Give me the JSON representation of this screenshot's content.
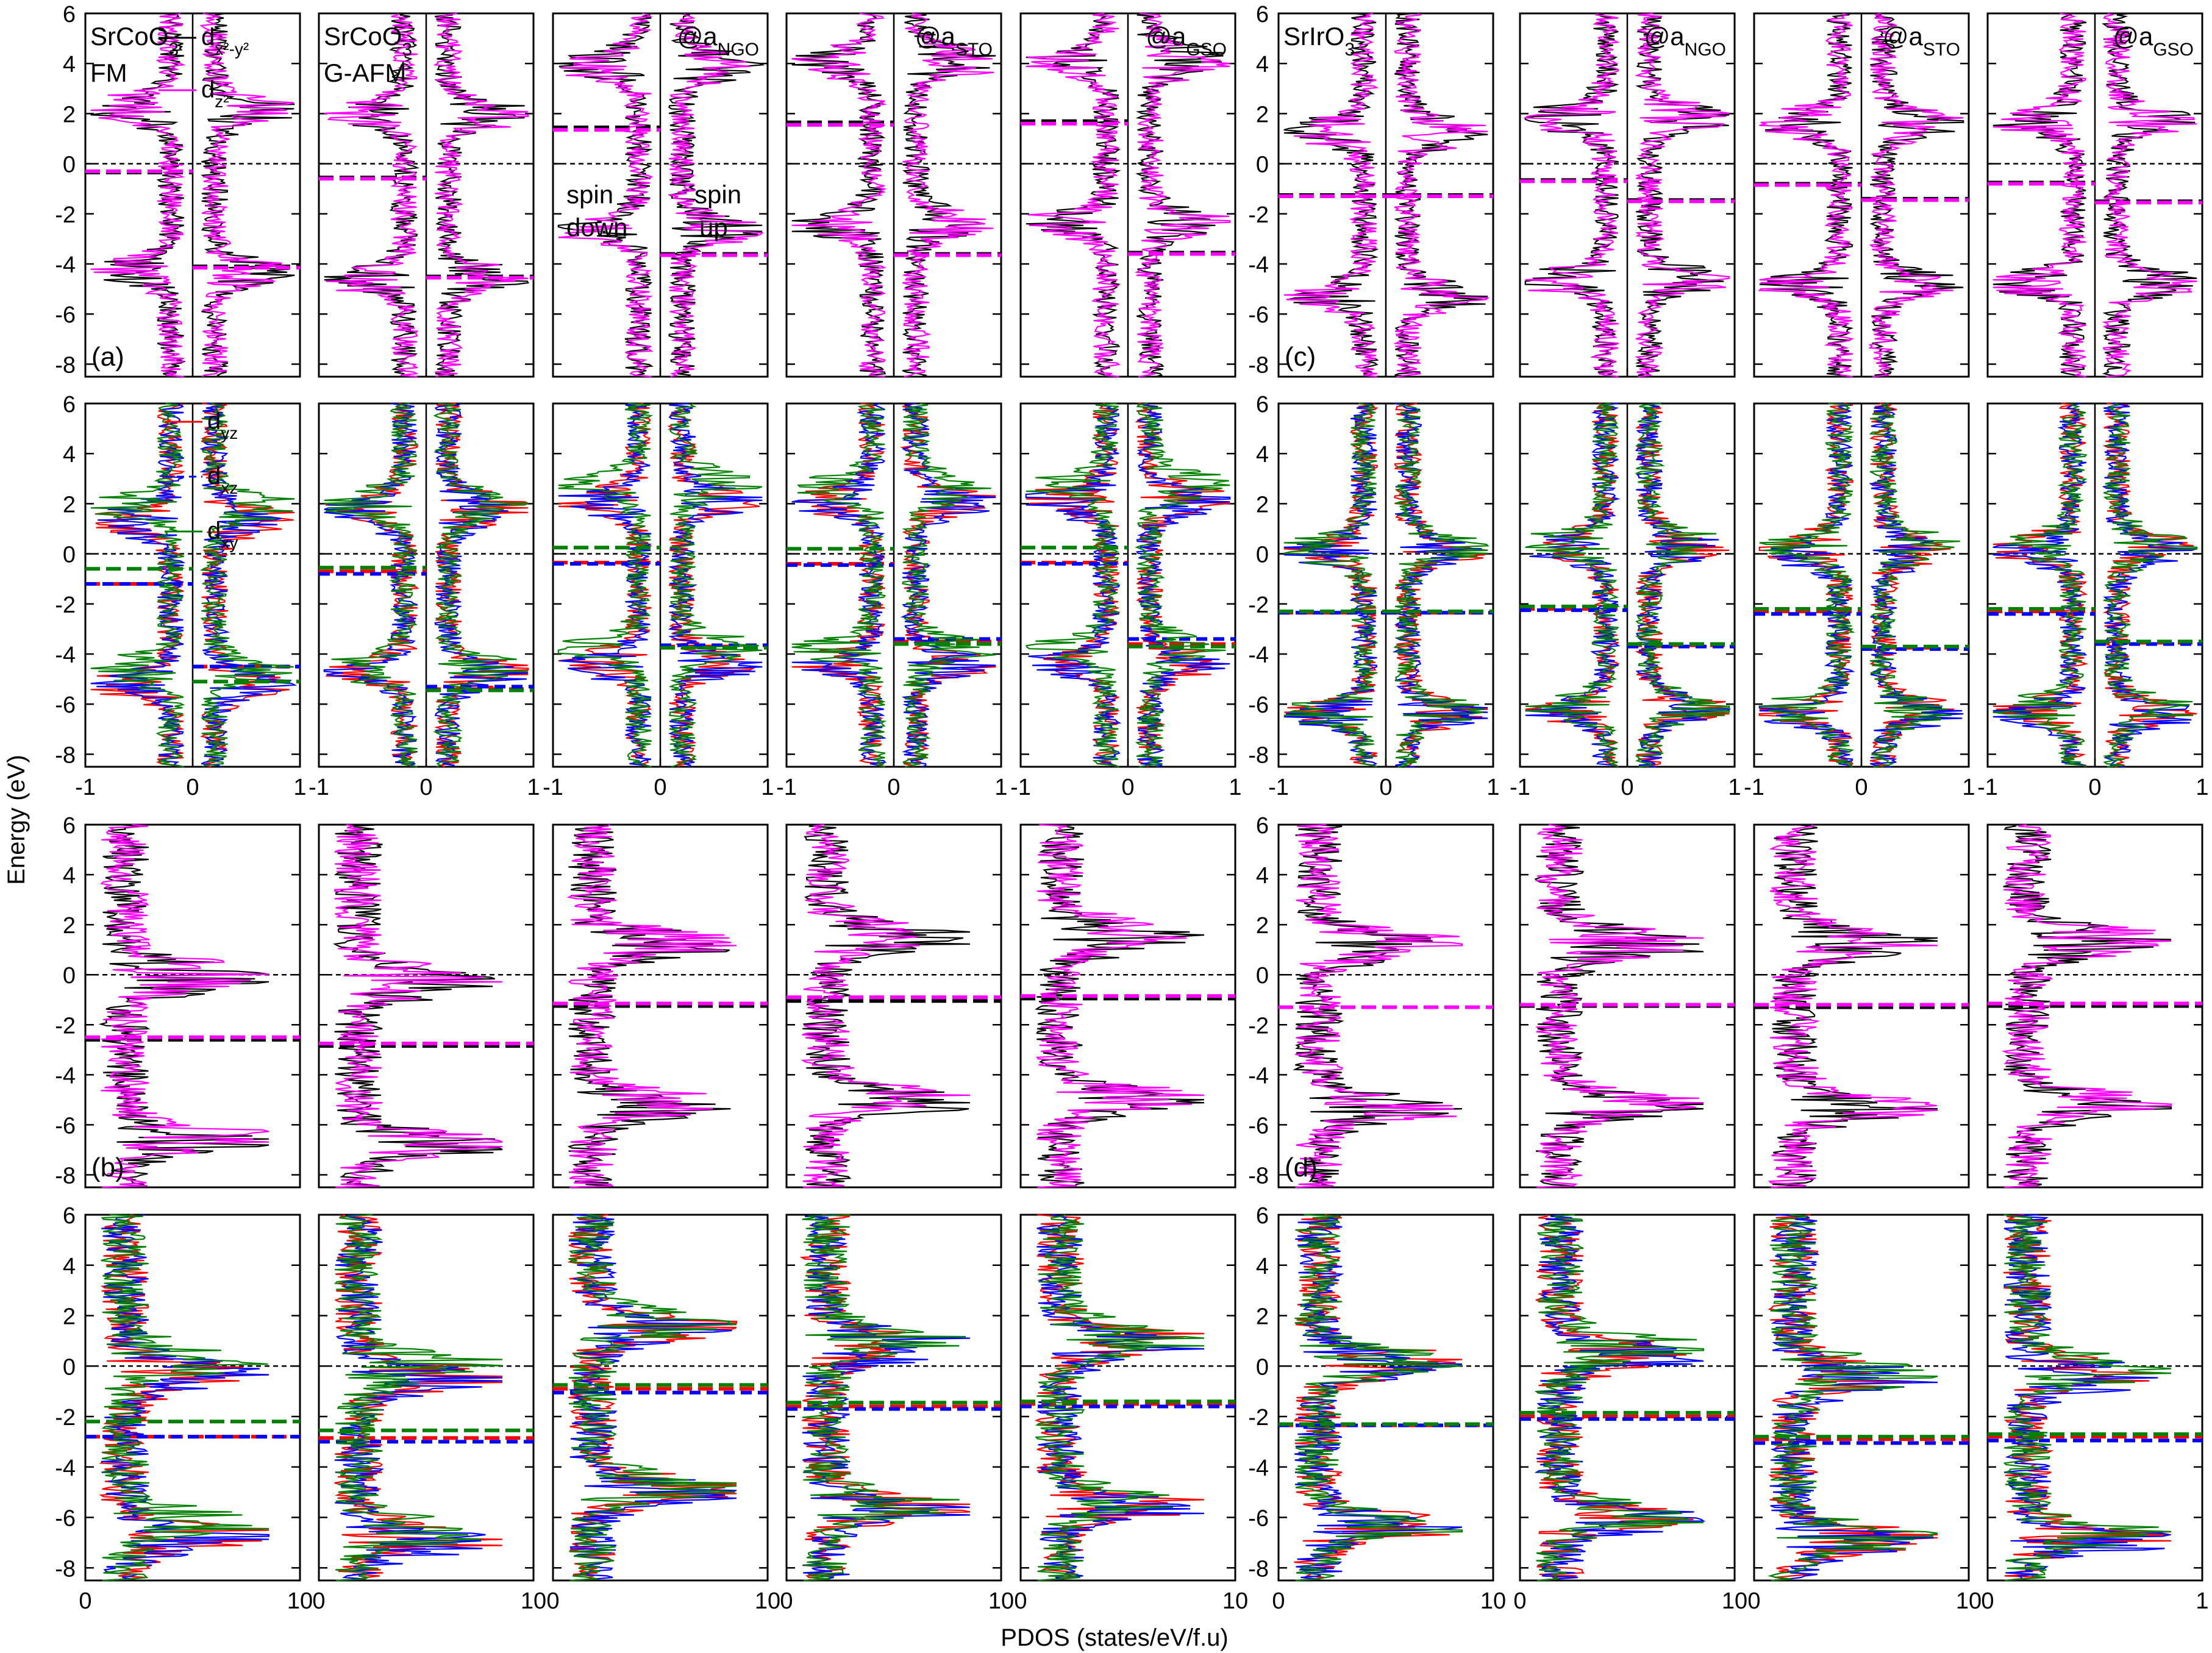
{
  "figure": {
    "ylabel": "Energy (eV)",
    "xlabel": "PDOS (states/eV/f.u)"
  },
  "colors": {
    "dx2y2": "#000000",
    "dz2": "#ff00ff",
    "dyz": "#ff0000",
    "dxz": "#0000ff",
    "dxy": "#008000",
    "fermi": "#000000",
    "frame": "#000000"
  },
  "legend_row1": {
    "items": [
      {
        "key": "dx2y2",
        "base": "d",
        "sub": "x²-y²"
      },
      {
        "key": "dz2",
        "base": "d",
        "sub": "z²"
      }
    ]
  },
  "legend_row2": {
    "items": [
      {
        "key": "dyz",
        "base": "d",
        "sub": "yz",
        "dash": false
      },
      {
        "key": "dxz",
        "base": "d",
        "sub": "xz",
        "dash": true
      },
      {
        "key": "dxy",
        "base": "d",
        "sub": "xy",
        "dash": false
      }
    ]
  },
  "annotations": {
    "spin_down": [
      "spin",
      "down"
    ],
    "spin_up": [
      "spin",
      "up"
    ]
  },
  "panel_letters": [
    "(a)",
    "(b)",
    "(c)",
    "(d)"
  ],
  "columns": [
    {
      "main": "SrCoO",
      "sub": "3",
      "extra": "FM"
    },
    {
      "main": "SrCoO",
      "sub": "3",
      "extra": "G-AFM"
    },
    {
      "main": "@a",
      "sub": "NGO",
      "extra": ""
    },
    {
      "main": "@a",
      "sub": "STO",
      "extra": ""
    },
    {
      "main": "@a",
      "sub": "GSO",
      "extra": ""
    },
    {
      "main": "SrIrO",
      "sub": "3",
      "extra": ""
    },
    {
      "main": "@a",
      "sub": "NGO",
      "extra": ""
    },
    {
      "main": "@a",
      "sub": "STO",
      "extra": ""
    },
    {
      "main": "@a",
      "sub": "GSO",
      "extra": ""
    }
  ],
  "chart_data": [
    {
      "type": "line",
      "name": "row1_spin_eg",
      "ylim": [
        -8.5,
        6
      ],
      "xlim": [
        -1,
        1
      ],
      "yticks": [
        -8,
        -6,
        -4,
        -2,
        0,
        2,
        4,
        6
      ],
      "xticks": [
        -1,
        0,
        1
      ],
      "xtick_labels": [],
      "series": [
        "dx2y2",
        "dz2"
      ],
      "fermi_level": 0,
      "centers": [
        {
          "column": 1,
          "dx2y2": [
            -0.35,
            -4.1
          ],
          "dz2": [
            -0.3,
            -4.15
          ]
        },
        {
          "column": 2,
          "dx2y2": [
            -0.55,
            -4.5
          ],
          "dz2": [
            -0.6,
            -4.55
          ]
        },
        {
          "column": 3,
          "dx2y2": [
            1.45,
            -3.6
          ],
          "dz2": [
            1.35,
            -3.65
          ]
        },
        {
          "column": 4,
          "dx2y2": [
            1.65,
            -3.6
          ],
          "dz2": [
            1.55,
            -3.65
          ]
        },
        {
          "column": 5,
          "dx2y2": [
            1.7,
            -3.55
          ],
          "dz2": [
            1.6,
            -3.6
          ]
        },
        {
          "column": 6,
          "dx2y2": [
            -1.25,
            -1.25
          ],
          "dz2": [
            -1.3,
            -1.3
          ]
        },
        {
          "column": 7,
          "dx2y2": [
            -0.65,
            -1.45
          ],
          "dz2": [
            -0.7,
            -1.5
          ]
        },
        {
          "column": 8,
          "dx2y2": [
            -0.8,
            -1.4
          ],
          "dz2": [
            -0.85,
            -1.45
          ]
        },
        {
          "column": 9,
          "dx2y2": [
            -0.75,
            -1.5
          ],
          "dz2": [
            -0.8,
            -1.55
          ]
        }
      ]
    },
    {
      "type": "line",
      "name": "row2_spin_t2g",
      "ylim": [
        -8.5,
        6
      ],
      "xlim": [
        -1,
        1
      ],
      "yticks": [
        -8,
        -6,
        -4,
        -2,
        0,
        2,
        4,
        6
      ],
      "xticks": [
        -1,
        0,
        1
      ],
      "xtick_labels": [
        "-1",
        "0",
        "1"
      ],
      "series": [
        "dyz",
        "dxz",
        "dxy"
      ],
      "fermi_level": 0,
      "centers": [
        {
          "column": 1,
          "dyz": [
            -1.2,
            -4.5
          ],
          "dxz": [
            -1.2,
            -4.5
          ],
          "dxy": [
            -0.6,
            -5.1
          ]
        },
        {
          "column": 2,
          "dyz": [
            -0.7,
            -5.4
          ],
          "dxz": [
            -0.8,
            -5.3
          ],
          "dxy": [
            -0.55,
            -5.45
          ]
        },
        {
          "column": 3,
          "dyz": [
            -0.35,
            -3.7
          ],
          "dxz": [
            -0.4,
            -3.65
          ],
          "dxy": [
            0.25,
            -3.75
          ]
        },
        {
          "column": 4,
          "dyz": [
            -0.4,
            -3.5
          ],
          "dxz": [
            -0.45,
            -3.4
          ],
          "dxy": [
            0.2,
            -3.6
          ]
        },
        {
          "column": 5,
          "dyz": [
            -0.35,
            -3.6
          ],
          "dxz": [
            -0.4,
            -3.4
          ],
          "dxy": [
            0.25,
            -3.7
          ]
        },
        {
          "column": 6,
          "dyz": [
            -2.35,
            -2.35
          ],
          "dxz": [
            -2.35,
            -2.35
          ],
          "dxy": [
            -2.3,
            -2.3
          ]
        },
        {
          "column": 7,
          "dyz": [
            -2.2,
            -3.65
          ],
          "dxz": [
            -2.25,
            -3.7
          ],
          "dxy": [
            -2.1,
            -3.6
          ]
        },
        {
          "column": 8,
          "dyz": [
            -2.3,
            -3.75
          ],
          "dxz": [
            -2.4,
            -3.8
          ],
          "dxy": [
            -2.2,
            -3.7
          ]
        },
        {
          "column": 9,
          "dyz": [
            -2.3,
            -3.55
          ],
          "dxz": [
            -2.4,
            -3.6
          ],
          "dxy": [
            -2.2,
            -3.5
          ]
        }
      ]
    },
    {
      "type": "line",
      "name": "row3_orbital_eg",
      "ylim": [
        -8.5,
        6
      ],
      "xlim": [
        0,
        10
      ],
      "yticks": [
        -8,
        -6,
        -4,
        -2,
        0,
        2,
        4,
        6
      ],
      "xticks": [
        0,
        10
      ],
      "xtick_labels": [],
      "series": [
        "dx2y2",
        "dz2"
      ],
      "fermi_level": 0,
      "centers": [
        {
          "column": 1,
          "dx2y2": [
            -2.6
          ],
          "dz2": [
            -2.5
          ]
        },
        {
          "column": 2,
          "dx2y2": [
            -2.85
          ],
          "dz2": [
            -2.75
          ]
        },
        {
          "column": 3,
          "dx2y2": [
            -1.25
          ],
          "dz2": [
            -1.15
          ]
        },
        {
          "column": 4,
          "dx2y2": [
            -1.05
          ],
          "dz2": [
            -0.9
          ]
        },
        {
          "column": 5,
          "dx2y2": [
            -0.95
          ],
          "dz2": [
            -0.85
          ]
        },
        {
          "column": 6,
          "dx2y2": [
            -1.3
          ],
          "dz2": [
            -1.3
          ]
        },
        {
          "column": 7,
          "dx2y2": [
            -1.25
          ],
          "dz2": [
            -1.2
          ]
        },
        {
          "column": 8,
          "dx2y2": [
            -1.3
          ],
          "dz2": [
            -1.2
          ]
        },
        {
          "column": 9,
          "dx2y2": [
            -1.25
          ],
          "dz2": [
            -1.15
          ]
        }
      ]
    },
    {
      "type": "line",
      "name": "row4_orbital_t2g",
      "ylim": [
        -8.5,
        6
      ],
      "xlim": [
        0,
        10
      ],
      "yticks": [
        -8,
        -6,
        -4,
        -2,
        0,
        2,
        4,
        6
      ],
      "xticks": [
        0,
        10
      ],
      "xtick_labels": [
        "0",
        "10"
      ],
      "last_column_xtick_labels": [
        "0",
        "1"
      ],
      "series": [
        "dyz",
        "dxz",
        "dxy"
      ],
      "fermi_level": 0,
      "centers": [
        {
          "column": 1,
          "dyz": [
            -2.8
          ],
          "dxz": [
            -2.8
          ],
          "dxy": [
            -2.2
          ]
        },
        {
          "column": 2,
          "dyz": [
            -2.85
          ],
          "dxz": [
            -3.0
          ],
          "dxy": [
            -2.55
          ]
        },
        {
          "column": 3,
          "dyz": [
            -0.9
          ],
          "dxz": [
            -1.05
          ],
          "dxy": [
            -0.75
          ]
        },
        {
          "column": 4,
          "dyz": [
            -1.6
          ],
          "dxz": [
            -1.7
          ],
          "dxy": [
            -1.45
          ]
        },
        {
          "column": 5,
          "dyz": [
            -1.5
          ],
          "dxz": [
            -1.6
          ],
          "dxy": [
            -1.4
          ]
        },
        {
          "column": 6,
          "dyz": [
            -2.35
          ],
          "dxz": [
            -2.35
          ],
          "dxy": [
            -2.3
          ]
        },
        {
          "column": 7,
          "dyz": [
            -2.0
          ],
          "dxz": [
            -2.1
          ],
          "dxy": [
            -1.85
          ]
        },
        {
          "column": 8,
          "dyz": [
            -2.9
          ],
          "dxz": [
            -3.05
          ],
          "dxy": [
            -2.8
          ]
        },
        {
          "column": 9,
          "dyz": [
            -2.8
          ],
          "dxz": [
            -2.95
          ],
          "dxy": [
            -2.7
          ]
        }
      ]
    }
  ]
}
